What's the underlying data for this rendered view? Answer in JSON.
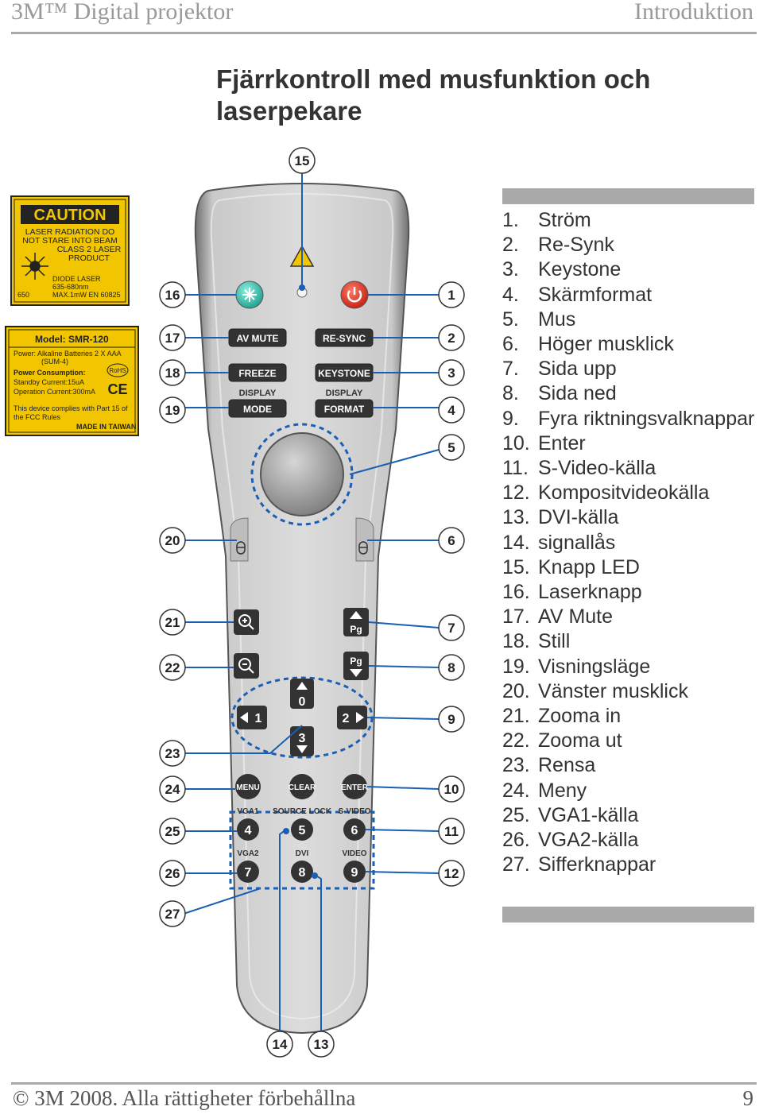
{
  "header": {
    "left": "3M™ Digital projektor",
    "right": "Introduktion"
  },
  "title": "Fjärrkontroll med musfunktion och laserpekare",
  "caution_label": {
    "heading": "CAUTION",
    "lines": [
      "LASER RADIATION DO",
      "NOT STARE INTO BEAM",
      "CLASS 2 LASER",
      "PRODUCT"
    ],
    "diode": [
      "DIODE LASER",
      "635-680nm",
      "MAX.1mW  EN 60825"
    ],
    "side": "650"
  },
  "model_label": {
    "model": "Model: SMR-120",
    "lines": [
      "Power: Alkaline Batteries 2 X AAA",
      "(SUM-4)",
      "Power Consumption:",
      "Standby Current:15uA",
      "Operation Current:300mA",
      "This device complies with Part 15 of",
      "the FCC Rules"
    ],
    "rohs": "RoHS",
    "ce": "CE",
    "made": "MADE IN TAIWAN"
  },
  "remote": {
    "av_mute": "AV MUTE",
    "re_sync": "RE-SYNC",
    "freeze": "FREEZE",
    "keystone": "KEYSTONE",
    "display1": "DISPLAY",
    "display2": "DISPLAY",
    "mode": "MODE",
    "format": "FORMAT",
    "pg": "Pg",
    "pg2": "Pg",
    "n0": "0",
    "n1": "1",
    "n2": "2",
    "n3": "3",
    "menu": "MENU",
    "clear": "CLEAR",
    "enter": "ENTER",
    "vga1": "VGA1",
    "source_lock": "SOURCE LOCK",
    "s_video": "S-VIDEO",
    "vga2": "VGA2",
    "dvi": "DVI",
    "video": "VIDEO",
    "k4": "4",
    "k5": "5",
    "k6": "6",
    "k7": "7",
    "k8": "8",
    "k9": "9"
  },
  "callouts": {
    "c1": "1",
    "c2": "2",
    "c3": "3",
    "c4": "4",
    "c5": "5",
    "c6": "6",
    "c7": "7",
    "c8": "8",
    "c9": "9",
    "c10": "10",
    "c11": "11",
    "c12": "12",
    "c13": "13",
    "c14": "14",
    "c15": "15",
    "c16": "16",
    "c17": "17",
    "c18": "18",
    "c19": "19",
    "c20": "20",
    "c21": "21",
    "c22": "22",
    "c23": "23",
    "c24": "24",
    "c25": "25",
    "c26": "26",
    "c27": "27"
  },
  "legend": [
    {
      "num": "1.",
      "text": "Ström"
    },
    {
      "num": "2.",
      "text": "Re-Synk"
    },
    {
      "num": "3.",
      "text": "Keystone"
    },
    {
      "num": "4.",
      "text": "Skärmformat"
    },
    {
      "num": "5.",
      "text": "Mus"
    },
    {
      "num": "6.",
      "text": "Höger musklick"
    },
    {
      "num": "7.",
      "text": "Sida upp"
    },
    {
      "num": "8.",
      "text": "Sida ned"
    },
    {
      "num": "9.",
      "text": "Fyra riktningsvalknappar"
    },
    {
      "num": "10.",
      "text": "Enter"
    },
    {
      "num": "11.",
      "text": "S-Video-källa"
    },
    {
      "num": "12.",
      "text": "Kompositvideokälla"
    },
    {
      "num": "13.",
      "text": "DVI-källa"
    },
    {
      "num": "14.",
      "text": "signallås"
    },
    {
      "num": "15.",
      "text": "Knapp LED"
    },
    {
      "num": "16.",
      "text": "Laserknapp"
    },
    {
      "num": "17.",
      "text": "AV Mute"
    },
    {
      "num": "18.",
      "text": "Still"
    },
    {
      "num": "19.",
      "text": "Visningsläge"
    },
    {
      "num": "20.",
      "text": "Vänster musklick"
    },
    {
      "num": "21.",
      "text": "Zooma in"
    },
    {
      "num": "22.",
      "text": "Zooma ut"
    },
    {
      "num": "23.",
      "text": "Rensa"
    },
    {
      "num": "24.",
      "text": "Meny"
    },
    {
      "num": "25.",
      "text": "VGA1-källa"
    },
    {
      "num": "26.",
      "text": "VGA2-källa"
    },
    {
      "num": "27.",
      "text": "Sifferknappar"
    }
  ],
  "footer": {
    "left": "© 3M 2008.  Alla rättigheter förbehållna",
    "right": "9"
  }
}
